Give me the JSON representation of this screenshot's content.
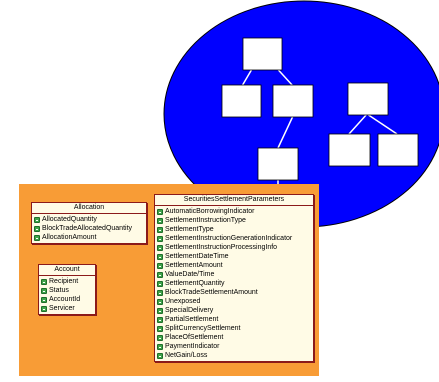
{
  "tree": {
    "circle_color": "#0000ff",
    "node_color": "#ffffff",
    "line_color": "#ffffff"
  },
  "panel_color": "#f89c36",
  "boxes": {
    "allocation": {
      "title": "Allocation",
      "items": [
        "AllocatedQuantity",
        "BlockTradeAllocatedQuantity",
        "AllocationAmount"
      ]
    },
    "account": {
      "title": "Account",
      "items": [
        "Recipient",
        "Status",
        "AccountId",
        "Servicer"
      ]
    },
    "ssp": {
      "title": "SecuritiesSettlementParameters",
      "items": [
        "AutomaticBorrowingIndicator",
        "SettlementInstructionType",
        "SettlementType",
        "SettlementInstructionGenerationIndicator",
        "SettlementInstructionProcessingInfo",
        "SettlementDateTime",
        "SettlementAmount",
        "ValueDate/Time",
        "SettlementQuantity",
        "BlockTradeSettlementAmount",
        "Unexposed",
        "SpecialDelivery",
        "PartialSettlement",
        "SplitCurrencySettlement",
        "PlaceOfSettlement",
        "PaymentIndicator",
        "NetGain/Loss"
      ]
    }
  }
}
